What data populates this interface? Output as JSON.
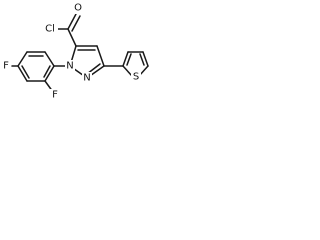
{
  "molecule": {
    "atoms": {
      "chlorine": "Cl",
      "carbonyl_oxygen": "O",
      "pyrazole_n1": "N",
      "pyrazole_n2": "N",
      "fluorine_ortho": "F",
      "fluorine_para": "F",
      "thiophene_sulfur": "S"
    }
  },
  "colors": {
    "bond": "#1a1a1a",
    "label": "#111111",
    "background": "#ffffff"
  }
}
